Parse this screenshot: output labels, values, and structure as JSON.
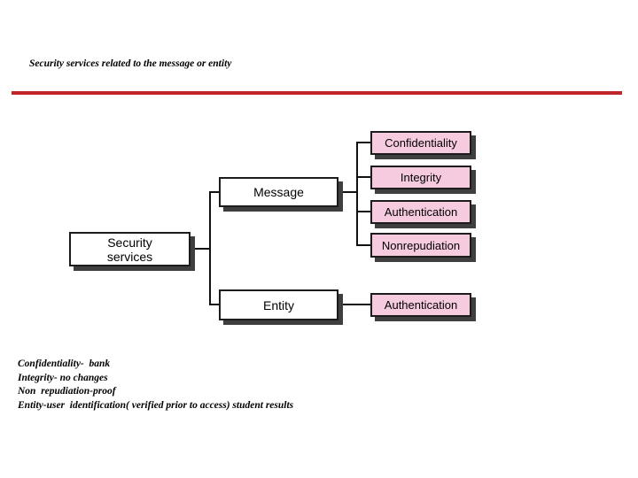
{
  "title": "Security services related to the message or entity",
  "diagram": {
    "root": {
      "label": "Security services"
    },
    "branches": [
      {
        "label": "Message",
        "children": [
          "Confidentiality",
          "Integrity",
          "Authentication",
          "Nonrepudiation"
        ]
      },
      {
        "label": "Entity",
        "children": [
          "Authentication"
        ]
      }
    ]
  },
  "notes": {
    "lines": [
      "Confidentiality-  bank",
      "Integrity- no changes",
      "Non  repudiation-proof",
      "Entity-user  identification( verified prior to access) student results"
    ]
  },
  "colors": {
    "divider_red": "#c02427",
    "node_fill": "#ffffff",
    "leaf_fill": "#f6cbdf",
    "node_border": "#1c1c1c",
    "node_shadow": "#3f3f3f",
    "connector": "#111111",
    "text": "#000000"
  }
}
